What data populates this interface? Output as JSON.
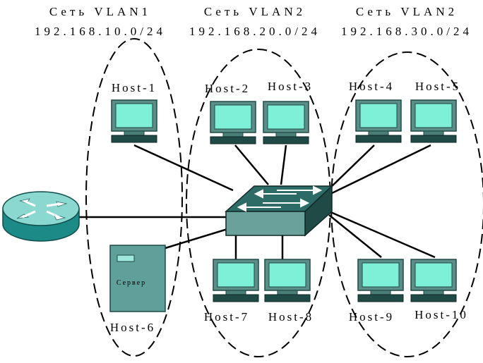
{
  "headers": {
    "vlan1": {
      "name": "Сеть VLAN1",
      "subnet": "192.168.10.0/24"
    },
    "vlan2a": {
      "name": "Сеть VLAN2",
      "subnet": "192.168.20.0/24"
    },
    "vlan2b": {
      "name": "Сеть VLAN2",
      "subnet": "192.168.30.0/24"
    }
  },
  "hosts": {
    "h1": "Host-1",
    "h2": "Host-2",
    "h3": "Host-3",
    "h4": "Host-4",
    "h5": "Host-5",
    "h6": "Host-6",
    "h7": "Host-7",
    "h8": "Host-8",
    "h9": "Host-9",
    "h10": "Host-10"
  },
  "server_label": "Сервер",
  "colors": {
    "screen": "#7ff0d8",
    "monitor_body": "#5b8e86",
    "monitor_dark": "#1f4a46",
    "switch_top": "#2d6b66",
    "switch_front": "#6aa19b",
    "router_top": "#8ad8cf",
    "router_side": "#1c8a86",
    "server_body": "#5fa09a",
    "line": "#000000"
  }
}
